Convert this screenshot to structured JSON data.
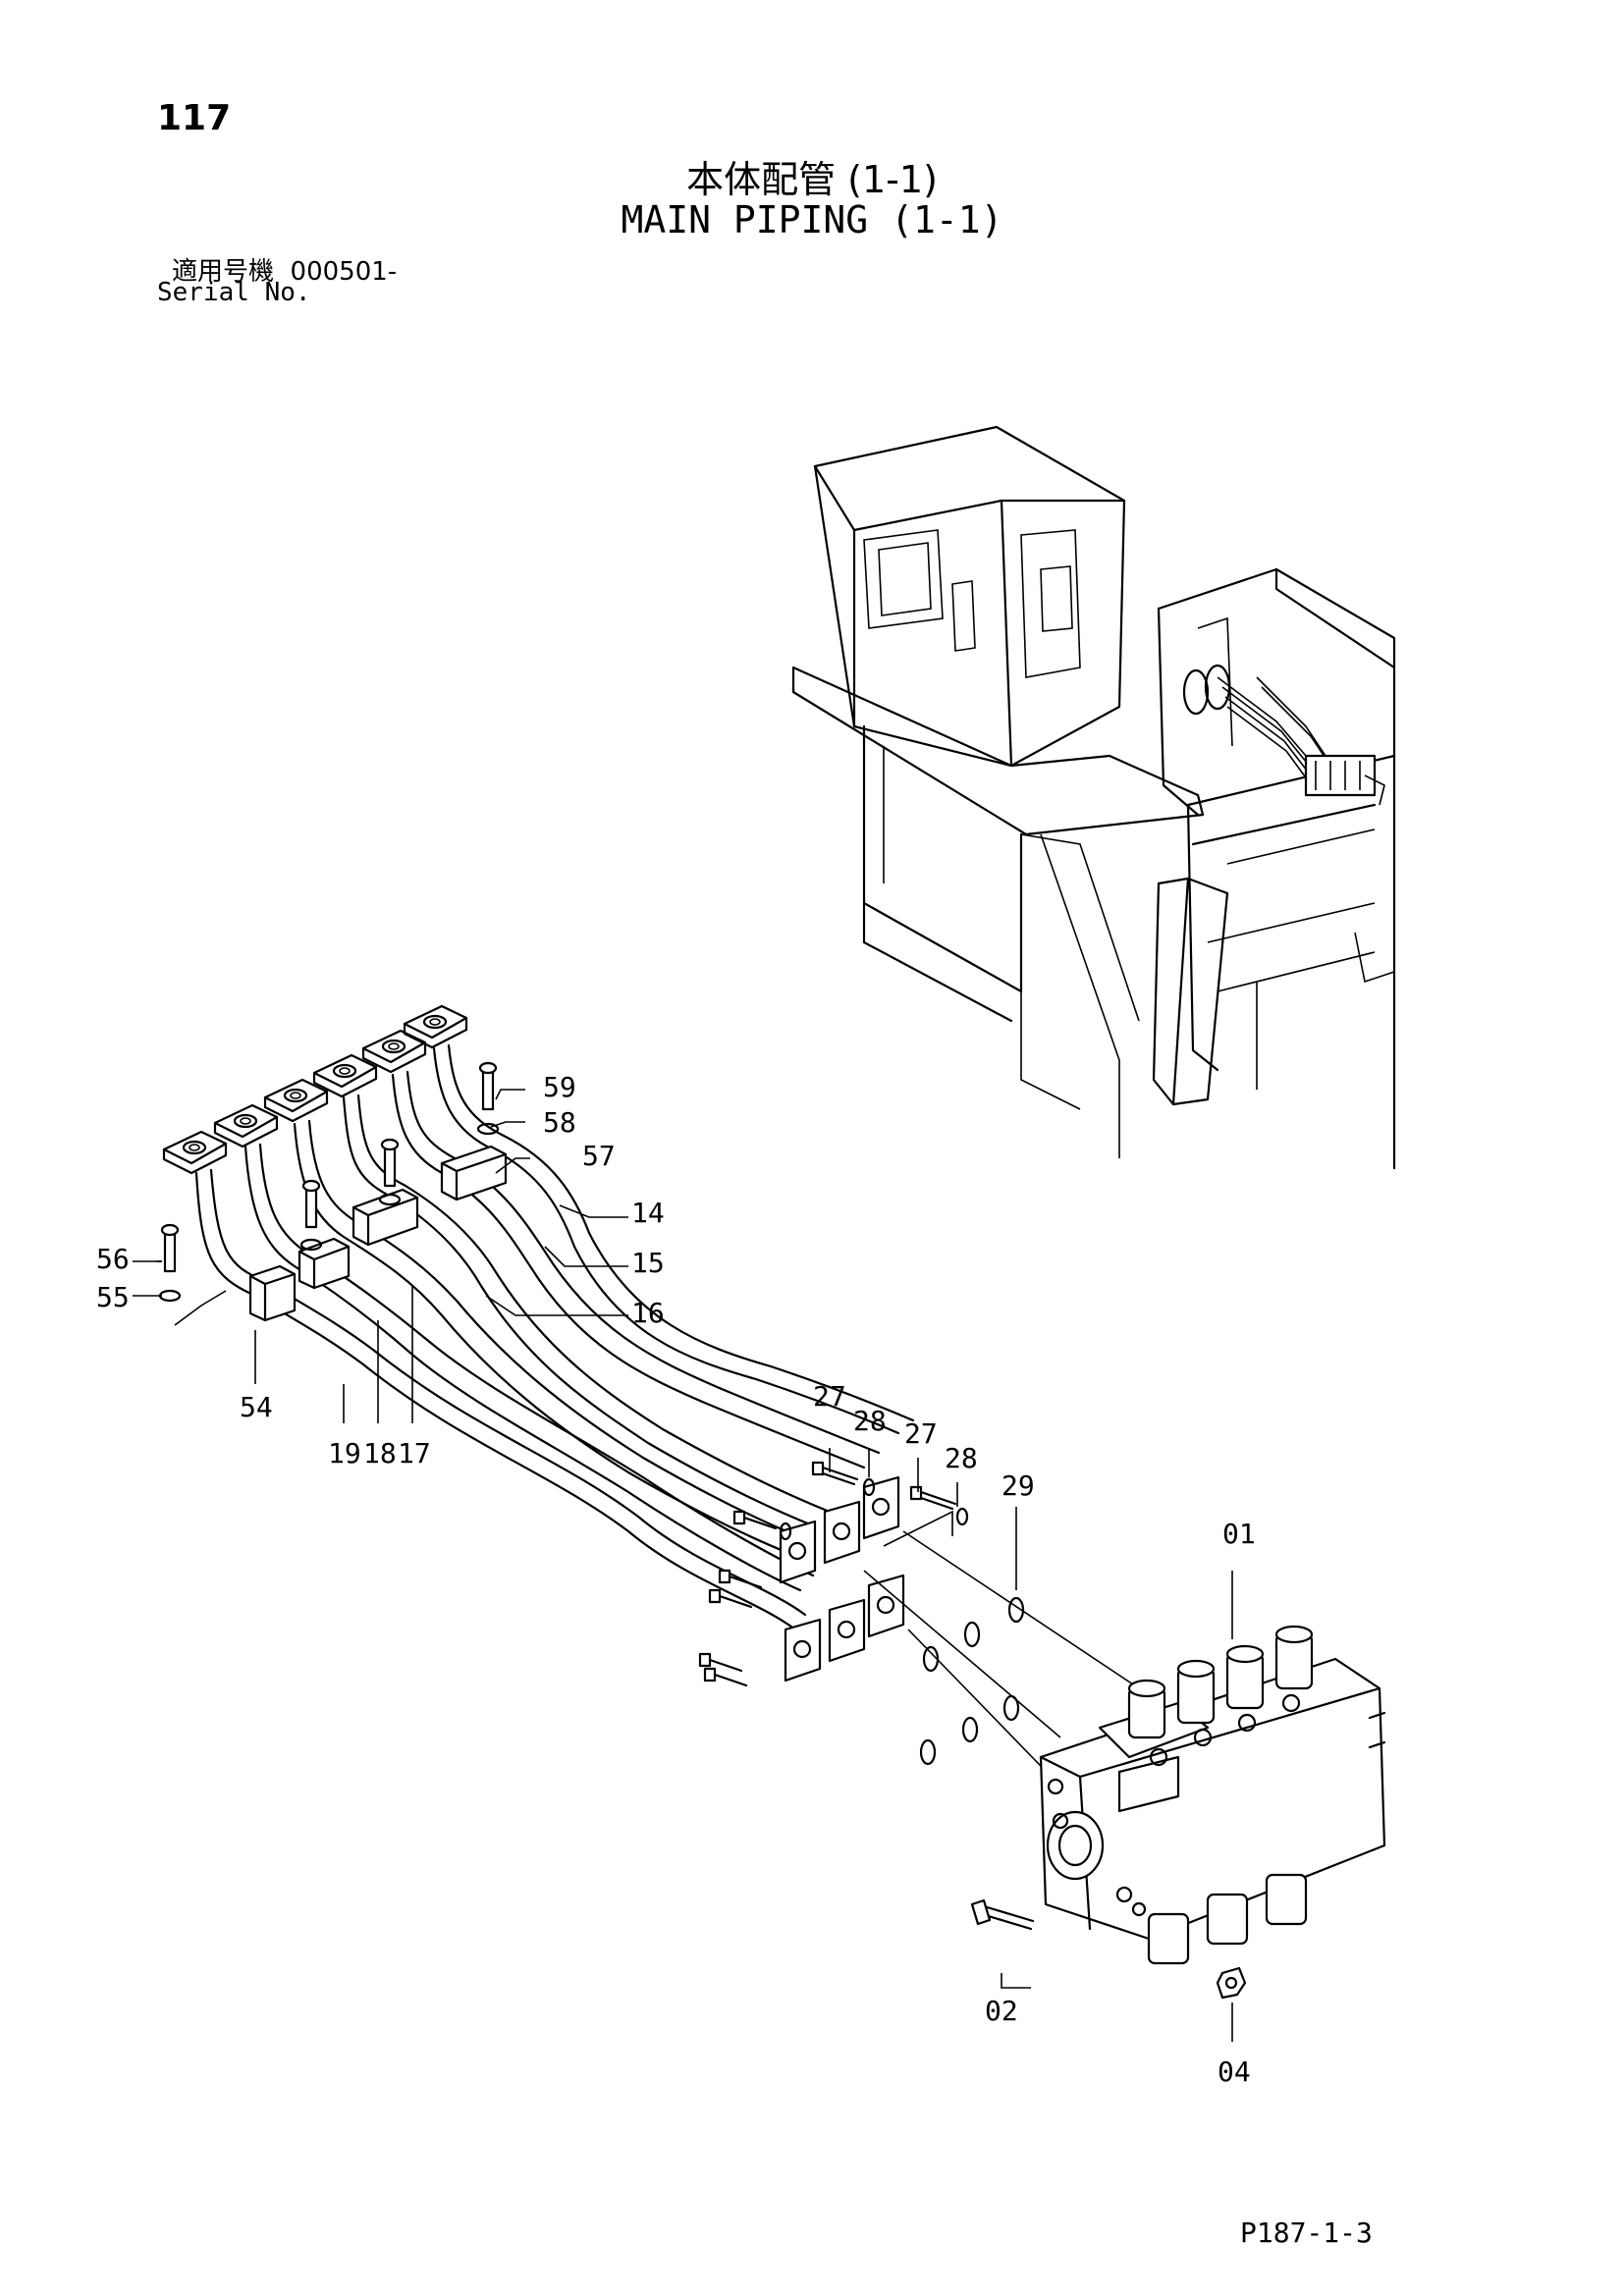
{
  "header": {
    "page_number": "117",
    "title_jp": "本体配管 (1-1)",
    "title_en": "MAIN PIPING (1-1)",
    "serial_label_jp": "適用号機",
    "serial_value": "000501-",
    "serial_label_en": "Serial No."
  },
  "callouts": {
    "c01": "01",
    "c02": "02",
    "c04": "04",
    "c14": "14",
    "c15": "15",
    "c16": "16",
    "c17": "17",
    "c18": "18",
    "c19": "19",
    "c27a": "27",
    "c27b": "27",
    "c28a": "28",
    "c28b": "28",
    "c29": "29",
    "c54": "54",
    "c55": "55",
    "c56": "56",
    "c57": "57",
    "c58": "58",
    "c59": "59"
  },
  "footer": {
    "reference_code": "P187-1-3"
  }
}
